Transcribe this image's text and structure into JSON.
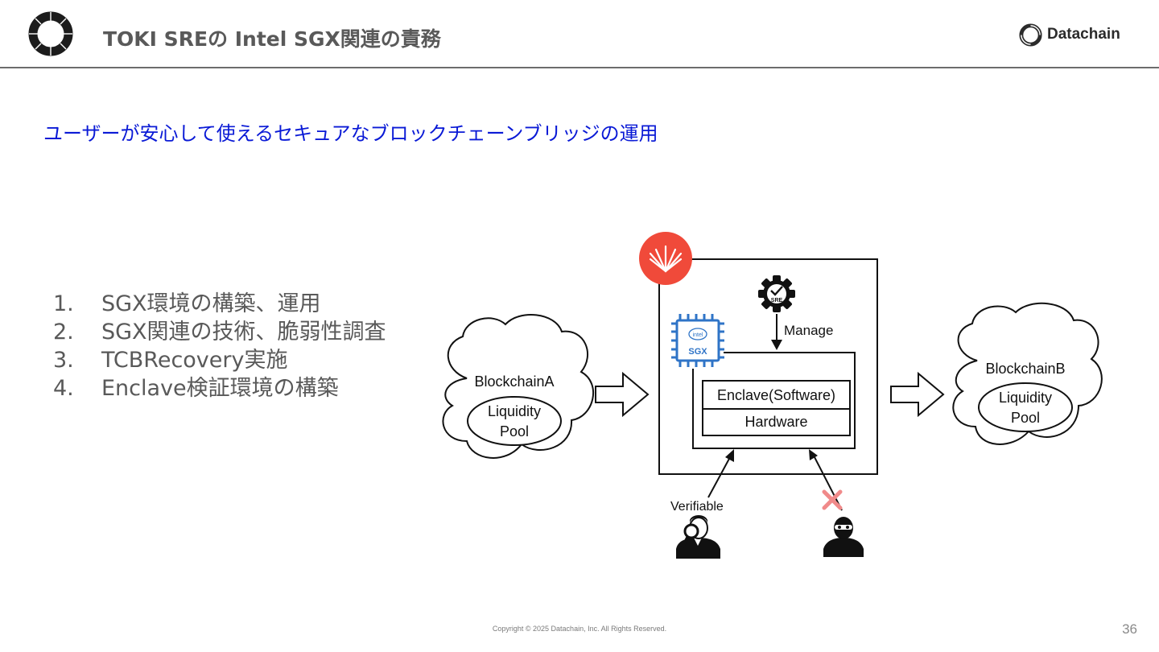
{
  "header": {
    "title": "TOKI SREの Intel SGX関連の責務",
    "brand_name": "Datachain"
  },
  "subtitle": "ユーザーが安心して使えるセキュアなブロックチェーンブリッジの運用",
  "tasks": [
    {
      "number": "1.",
      "text": "SGX環境の構築、運用"
    },
    {
      "number": "2.",
      "text": "SGX関連の技術、脆弱性調査"
    },
    {
      "number": "3.",
      "text": "TCBRecovery実施"
    },
    {
      "number": "4.",
      "text": "Enclave検証環境の構築"
    }
  ],
  "diagram": {
    "blockchain_a": {
      "name": "BlockchainA",
      "pool_line1": "Liquidity",
      "pool_line2": "Pool"
    },
    "blockchain_b": {
      "name": "BlockchainB",
      "pool_line1": "Liquidity",
      "pool_line2": "Pool"
    },
    "manage_label": "Manage",
    "sre_badge": "SRE",
    "intel_chip": {
      "brand": "intel",
      "label": "SGX"
    },
    "enclave_label": "Enclave(Software)",
    "hardware_label": "Hardware",
    "verifiable_label": "Verifiable",
    "colors": {
      "toki_red": "#f04a3a",
      "intel_blue": "#2f74c7",
      "deny_x": "#f08a8a"
    }
  },
  "footer": {
    "copyright": "Copyright © 2025 Datachain, Inc.  All Rights Reserved.",
    "page_number": "36"
  }
}
